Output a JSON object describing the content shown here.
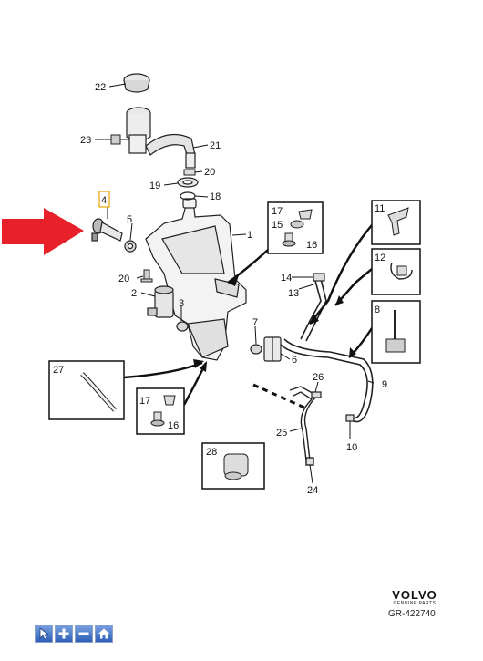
{
  "callouts": {
    "n1": "1",
    "n2": "2",
    "n3": "3",
    "n4": "4",
    "n5": "5",
    "n6": "6",
    "n7": "7",
    "n8": "8",
    "n9": "9",
    "n10": "10",
    "n11": "11",
    "n12": "12",
    "n13": "13",
    "n14": "14",
    "n15": "15",
    "n16a": "16",
    "n16b": "16",
    "n17a": "17",
    "n17b": "17",
    "n18": "18",
    "n19": "19",
    "n20a": "20",
    "n20b": "20",
    "n21": "21",
    "n22": "22",
    "n23": "23",
    "n24": "24",
    "n25": "25",
    "n26": "26",
    "n27": "27",
    "n28": "28"
  },
  "brand": {
    "name": "VOLVO",
    "sub": "GENUINE PARTS"
  },
  "reference": "GR-422740",
  "toolbar": {
    "buttons": [
      "pointer-icon",
      "zoom-in-icon",
      "zoom-out-icon",
      "home-icon"
    ]
  },
  "colors": {
    "highlight_arrow": "#e8202a",
    "callout_box": "#e8a400",
    "toolbar": "#2e5fb8"
  }
}
